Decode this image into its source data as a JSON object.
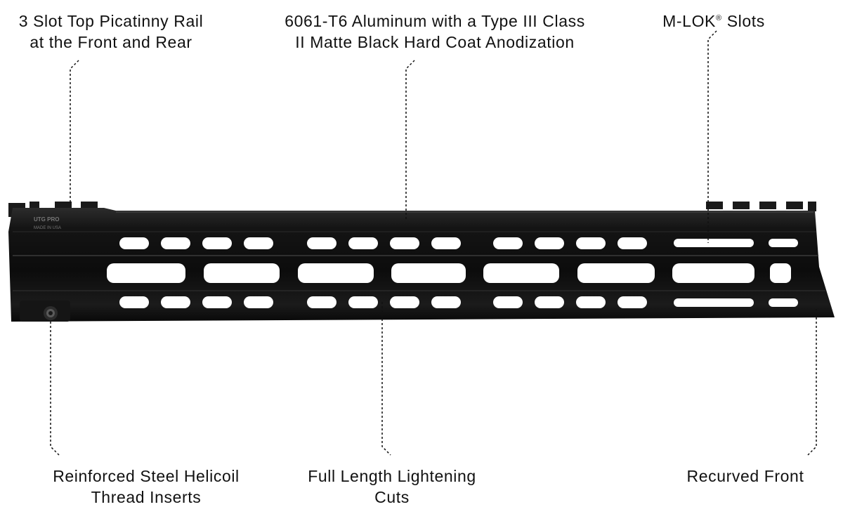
{
  "callouts": {
    "picatinny": {
      "line1": "3 Slot Top Picatinny Rail",
      "line2": "at the Front and Rear"
    },
    "aluminum": {
      "line1": "6061-T6 Aluminum with a Type III Class",
      "line2": "II Matte Black Hard Coat Anodization"
    },
    "mlok": {
      "text": "M-LOK",
      "mark": "®",
      "suffix": " Slots"
    },
    "helicoil": {
      "line1": "Reinforced Steel Helicoil",
      "line2": "Thread Inserts"
    },
    "lightening": {
      "line1": "Full Length Lightening",
      "line2": "Cuts"
    },
    "recurved": {
      "line1": "Recurved Front"
    }
  },
  "engraving": {
    "brand": "UTG PRO",
    "origin": "MADE IN USA"
  },
  "colors": {
    "rail": "#141414",
    "rail_highlight": "#3a3a3a",
    "leader": "#111111",
    "background": "#ffffff"
  }
}
